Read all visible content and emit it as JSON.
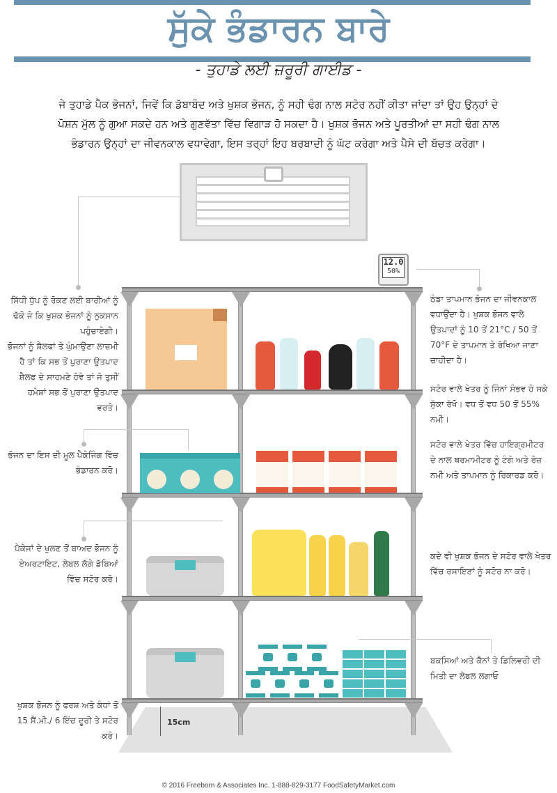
{
  "header": {
    "title": "ਸੁੱਕੇ ਭੰਡਾਰਨ ਬਾਰੇ",
    "subtitle": "- ਤੁਹਾਡੇ ਲਈ ਜ਼ਰੂਰੀ ਗਾਈਡ -"
  },
  "intro": [
    "ਜੇ ਤੁਹਾਡੇ ਪੈਕ ਭੋਜਨਾਂ, ਜਿਵੇਂ ਕਿ ਡੱਬਾਬੰਦ ਅਤੇ ਖੁਸ਼ਕ ਭੋਜਨ, ਨੂੰ ਸਹੀ ਢੰਗ ਨਾਲ ਸਟੋਰ ਨਹੀਂ ਕੀਤਾ ਜਾਂਦਾ ਤਾਂ ਉਹ ਉਨ੍ਹਾਂ ਦੇ",
    "ਪੋਸ਼ਨ ਮੁੱਲ ਨੂੰ ਗੁਆ ਸਕਦੇ ਹਨ ਅਤੇ ਗੁਣਵੱਤਾ ਵਿੱਚ ਵਿਗਾੜ ਹੋ ਸਕਦਾ ਹੈ। ਖੁਸ਼ਕ ਭੋਜਨ ਅਤੇ ਪੂਰਤੀਆਂ ਦਾ ਸਹੀ ਢੰਗ ਨਾਲ",
    "ਭੰਡਾਰਨ ਉਨ੍ਹਾਂ ਦਾ ਜੀਵਨਕਾਲ ਵਧਾਵੇਗਾ, ਇਸ ਤਰ੍ਹਾਂ ਇਹ ਬਰਬਾਦੀ ਨੂੰ ਘੱਟ ਕਰੇਗਾ ਅਤੇ ਪੈਸੇ ਦੀ ਬੱਚਤ ਕਰੇਗਾ।"
  ],
  "hygrometer": {
    "temp": "12.0",
    "humidity": "50%"
  },
  "notes_left": {
    "window": "ਸਿੱਧੀ ਧੁੱਪ ਨੂੰ ਰੋਕਣ ਲਈ ਬਾਰੀਆਂ ਨੂੰ ਢੱਕੋ ਜੋ ਕਿ ਖੁਸ਼ਕ ਭੋਜਨਾਂ ਨੂੰ ਨੁਕਸਾਨ ਪਹੁੰਚਾਏਗੀ।",
    "rotate": "ਭੋਜਨਾਂ ਨੂੰ ਸ਼ੈਲਫਾਂ ਤੇ ਘੁੰਮਾਉਣਾ ਲਾਜ਼ਮੀ ਹੈ ਤਾਂ ਕਿ ਸਭ ਤੋਂ ਪੁਰਾਣਾ ਉਤਪਾਦ ਸ਼ੈਲਫ ਦੇ ਸਾਹਮਣੇ ਹੋਵੇ ਤਾਂ ਜੋ ਤੁਸੀਂ ਹਮੇਸ਼ਾਂ ਸਭ ਤੋਂ ਪੁਰਾਣਾ ਉਤਪਾਦ ਵਰਤੋ।",
    "packaging": "ਭੋਜਨ ਦਾ ਇਸ ਦੀ ਮੂਲ ਪੈਕੇਜਿੰਗ ਵਿੱਚ ਭੰਡਾਰਨ ਕਰੋ।",
    "airtight": "ਪੈਕੇਜਾਂ ਦੇ ਖੁਲਣ ਤੋਂ ਬਾਅਦ ਭੋਜਨ ਨੂੰ ਏਅਰਟਾਇਟ, ਲੇਬਲ ਲੱਗੇ ਡੱਬਿਆਂ ਵਿੱਚ ਸਟੋਰ ਕਰੋ।",
    "floor": "ਖੁਸ਼ਕ ਭੋਜਨ ਨੂੰ ਫਰਸ਼ ਅਤੇ ਕੰਧਾਂ ਤੋਂ 15 ਸੈਂ.ਮੀ./ 6 ਇੰਚ ਦੂਰੀ ਤੇ ਸਟੋਰ ਕਰੋ।"
  },
  "notes_right": {
    "temperature": "ਠੰਡਾ ਤਾਪਮਾਨ ਭੋਜਨ ਦਾ ਜੀਵਨਕਾਲ ਵਧਾਉਂਦਾ ਹੈ। ਖੁਸ਼ਕ ਭੋਜਨ ਵਾਲੇ ਉਤਪਾਦਾਂ ਨੂੰ 10 ਤੋਂ 21°C / 50 ਤੋਂ 70°F ਦੇ ਤਾਪਮਾਨ ਤੇ ਰੱਖਿਆ ਜਾਣਾ ਚਾਹੀਦਾ ਹੈ।",
    "dry": "ਸਟੋਰ ਵਾਲੇ ਖੇਤਰ ਨੂੰ ਜਿੰਨਾਂ ਸੰਭਵ ਹੋ ਸਕੇ ਸੁੱਕਾ ਰੱਖੋ। ਵਧ ਤੋਂ ਵਧ 50 ਤੋਂ 55% ਨਮੀ।",
    "hygrometer": "ਸਟੋਰ ਵਾਲੇ ਖੇਤਰ ਵਿੱਚ ਹਾਇਗ੍ਰਮੀਟਰ ਦੇ ਨਾਲ ਥਰਮਾਮੀਟਰ ਨੂੰ ਟੰਗੋ ਅਤੇ ਰੋਜ਼ ਨਮੀ ਅਤੇ ਤਾਪਮਾਨ ਨੂੰ ਰਿਕਾਰਡ ਕਰੋ।",
    "chemicals": "ਕਦੇ ਵੀ ਖੁਸ਼ਕ ਭੋਜਨ ਦੇ ਸਟੋਰ ਵਾਲੇ ਖੇਤਰ ਵਿੱਚ ਰਸਾਇਣਾਂ ਨੂੰ ਸਟੋਰ ਨਾ ਕਰੋ।",
    "labels": "ਬਕਸਿਆਂ ਅਤੇ ਕੈਨਾਂ ਤੇ ਡਿਲਿਵਰੀ ਦੀ ਮਿਤੀ ਦਾ ਲੇਬਲ ਲਗਾਓ"
  },
  "clearance_label": "15cm",
  "footer": "© 2016 Freeborn & Associates Inc. 1-888-829-3177 FoodSafetyMarket.com",
  "colors": {
    "accent": "#6b93b0",
    "teal": "#4dbdc0",
    "red": "#e55a3c"
  }
}
